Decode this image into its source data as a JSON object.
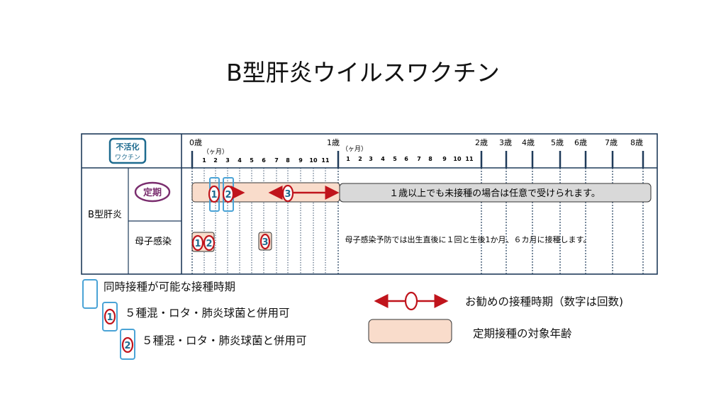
{
  "title": "B型肝炎ウイルスワクチン",
  "vaccine_type": {
    "line1": "不活化",
    "line2": "ワクチン"
  },
  "disease": "B型肝炎",
  "rows": {
    "routine": {
      "label": "定期",
      "note": "１歳以上でも未接種の場合は任意で受けられます。"
    },
    "maternal": {
      "label": "母子感染",
      "note": "母子感染予防では出生直後に１回と生後1か月、６カ月に接種します。"
    }
  },
  "months_unit": "（ヶ月）",
  "ages": [
    "0歳",
    "1歳",
    "2歳",
    "3歳",
    "4歳",
    "5歳",
    "6歳",
    "7歳",
    "8歳"
  ],
  "months_year0": [
    "1",
    "2",
    "3",
    "4",
    "5",
    "6",
    "7",
    "8",
    "9",
    "10",
    "11"
  ],
  "months_year1": [
    "1",
    "2",
    "3",
    "4",
    "5",
    "6",
    "7",
    "8",
    "9",
    "10",
    "11"
  ],
  "dose_numbers": [
    "1",
    "2",
    "3"
  ],
  "legend": {
    "simultaneous": "同時接種が可能な接種時期",
    "note1": "５種混・ロタ・肺炎球菌と併用可",
    "note2": "５種混・ロタ・肺炎球菌と併用可",
    "recommended": "お勧めの接種時期（数字は回数)",
    "target_age": "定期接種の対象年齢"
  },
  "colors": {
    "navy": "#1f3b5a",
    "teal_text": "#1e6b8f",
    "box_blue": "#4aa3d6",
    "red": "#c0141c",
    "purple": "#7a2d6e",
    "target_fill": "#f9dccb",
    "gray_fill": "#d9d9d9"
  }
}
